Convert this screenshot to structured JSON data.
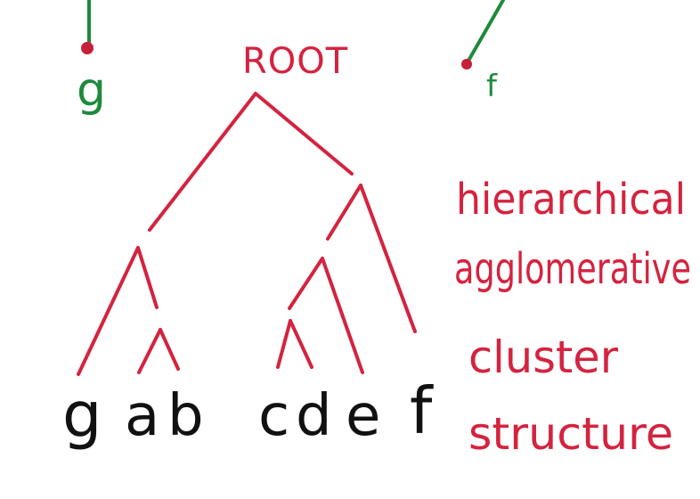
{
  "diagram": {
    "root_label": "ROOT",
    "leaves": [
      "g",
      "a",
      "b",
      "c",
      "d",
      "e",
      "f"
    ],
    "side_text": [
      "hierarchical",
      "agglomerative",
      "cluster",
      "structure"
    ],
    "green_labels": [
      "g",
      "f"
    ],
    "colors": {
      "tree": "#d4233f",
      "leaf_text": "#111111",
      "green": "#1e8a3c",
      "dot": "#c81e3a"
    }
  }
}
